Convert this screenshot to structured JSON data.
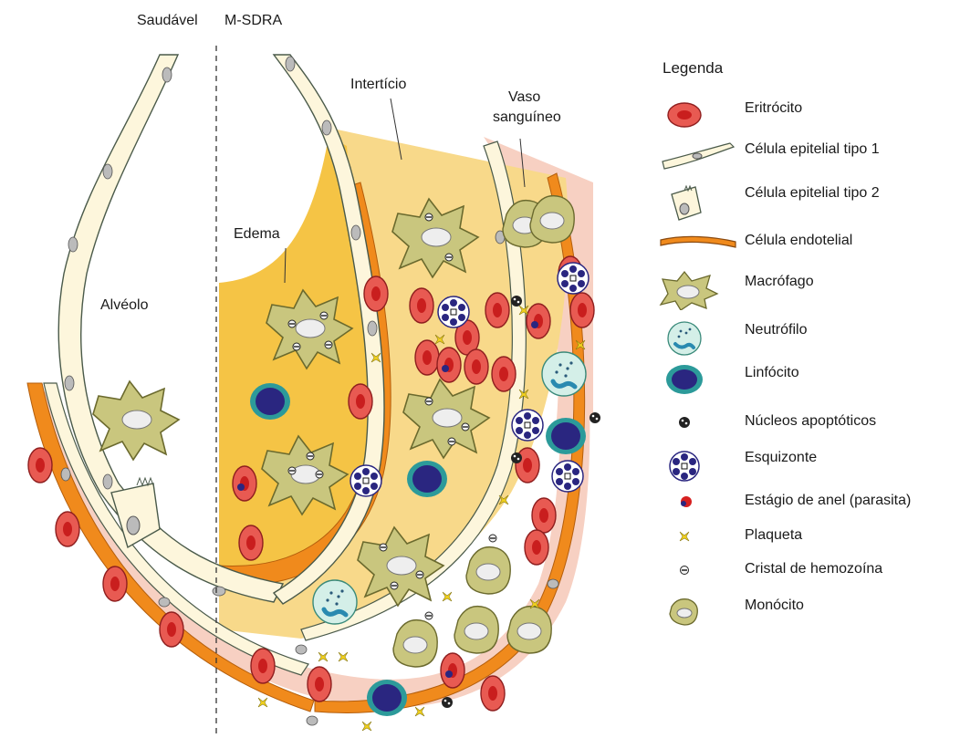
{
  "header": {
    "healthy": "Saudável",
    "disease": "M-SDRA"
  },
  "labels": {
    "alveolus": "Alvéolo",
    "edema": "Edema",
    "interstitium": "Intertício",
    "vessel_line1": "Vaso",
    "vessel_line2": "sanguíneo"
  },
  "legend": {
    "title": "Legenda",
    "items": [
      {
        "label": "Eritrócito",
        "icon": "erythrocyte-icon"
      },
      {
        "label": "Célula epitelial tipo 1",
        "icon": "epithelial-type1-icon"
      },
      {
        "label": "Célula epitelial tipo 2",
        "icon": "epithelial-type2-icon"
      },
      {
        "label": "Célula endotelial",
        "icon": "endothelial-cell-icon"
      },
      {
        "label": "Macrófago",
        "icon": "macrophage-icon"
      },
      {
        "label": "Neutrófilo",
        "icon": "neutrophil-icon"
      },
      {
        "label": "Linfócito",
        "icon": "lymphocyte-icon"
      },
      {
        "label": "Núcleos apoptóticos",
        "icon": "apoptotic-nuclei-icon"
      },
      {
        "label": "Esquizonte",
        "icon": "schizont-icon"
      },
      {
        "label": "Estágio de anel (parasita)",
        "icon": "ring-stage-icon"
      },
      {
        "label": "Plaqueta",
        "icon": "platelet-icon"
      },
      {
        "label": "Cristal de hemozoína",
        "icon": "hemozoin-crystal-icon"
      },
      {
        "label": "Monócito",
        "icon": "monocyte-icon"
      }
    ]
  },
  "colors": {
    "vessel": "#f7d0c2",
    "interstitium": "#f8d98a",
    "edema_fill": "#f5c445",
    "endothelium": "#f08a1c",
    "epithelium": "#fdf6dc",
    "cell_olive": "#c9c67e",
    "rbc_outer": "#e85a52",
    "rbc_inner": "#c91e1e",
    "lymph_outer": "#2c9a9a",
    "lymph_inner": "#2a2680"
  }
}
